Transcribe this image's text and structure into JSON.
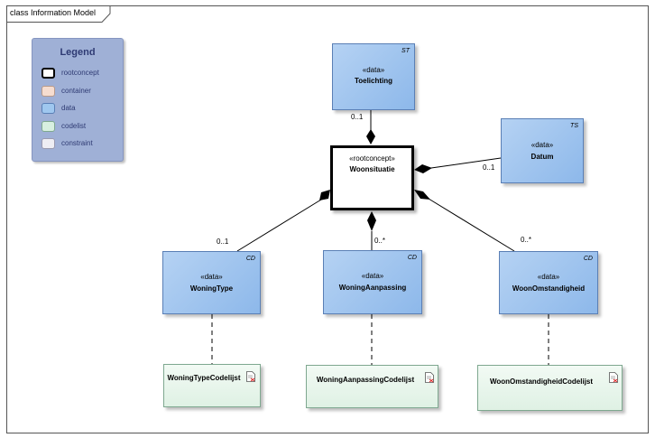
{
  "frame": {
    "title": "class Information Model"
  },
  "legend": {
    "title": "Legend",
    "items": [
      {
        "label": "rootconcept",
        "fill": "#ffffff",
        "border": "#000000"
      },
      {
        "label": "container",
        "fill": "#f6ddd0",
        "border": "#b89a8a"
      },
      {
        "label": "data",
        "fill": "#9fc7ef",
        "border": "#5a7fb5"
      },
      {
        "label": "codelist",
        "fill": "#d8f0e0",
        "border": "#7fa890"
      },
      {
        "label": "constraint",
        "fill": "#eeeef4",
        "border": "#9a9ab0"
      }
    ]
  },
  "classes": {
    "toelichting": {
      "stereotype": "«data»",
      "name": "Toelichting",
      "tag": "ST"
    },
    "datum": {
      "stereotype": "«data»",
      "name": "Datum",
      "tag": "TS"
    },
    "woonsituatie": {
      "stereotype": "«rootconcept»",
      "name": "Woonsituatie"
    },
    "woningtype": {
      "stereotype": "«data»",
      "name": "WoningType",
      "tag": "CD"
    },
    "woningaanpassing": {
      "stereotype": "«data»",
      "name": "WoningAanpassing",
      "tag": "CD"
    },
    "woonomstandigheid": {
      "stereotype": "«data»",
      "name": "WoonOmstandigheid",
      "tag": "CD"
    }
  },
  "codelists": {
    "woningtype": {
      "name": "WoningTypeCodelijst"
    },
    "woningaanpassing": {
      "name": "WoningAanpassingCodelijst"
    },
    "woonomstandigheid": {
      "name": "WoonOmstandigheidCodelijst"
    }
  },
  "multiplicities": {
    "toelichting": "0..1",
    "datum": "0..1",
    "woningtype": "0..1",
    "woningaanpassing": "0..*",
    "woonomstandigheid": "0..*"
  },
  "colors": {
    "data_fill": "#9fc7ef",
    "codelist_fill": "#e2f3e7",
    "legend_bg": "#9fb0d6"
  }
}
